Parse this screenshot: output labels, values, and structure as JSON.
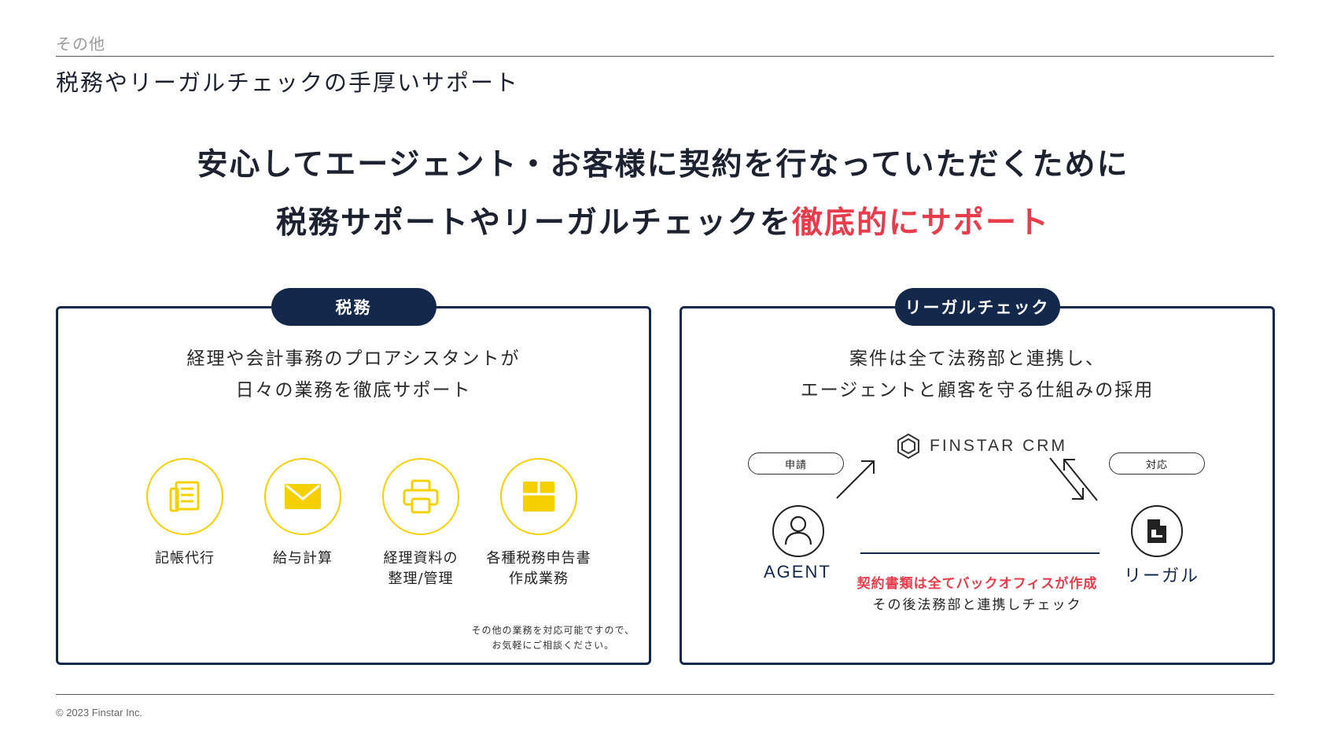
{
  "header": {
    "section_label": "その他",
    "title": "税務やリーガルチェックの手厚いサポート"
  },
  "headline": {
    "line1": "安心してエージェント・お客様に契約を行なっていただくために",
    "line2_plain": "税務サポートやリーガルチェックを",
    "line2_accent": "徹底的にサポート"
  },
  "tax_panel": {
    "pill": "税務",
    "desc_line1": "経理や会計事務のプロアシスタントが",
    "desc_line2": "日々の業務を徹底サポート",
    "items": [
      {
        "icon": "ledger-icon",
        "label_line1": "記帳代行",
        "label_line2": ""
      },
      {
        "icon": "envelope-icon",
        "label_line1": "給与計算",
        "label_line2": ""
      },
      {
        "icon": "printer-icon",
        "label_line1": "経理資料の",
        "label_line2": "整理/管理"
      },
      {
        "icon": "box-icon",
        "label_line1": "各種税務申告書",
        "label_line2": "作成業務"
      }
    ],
    "note_line1": "その他の業務を対応可能ですので、",
    "note_line2": "お気軽にご相談ください。"
  },
  "legal_panel": {
    "pill": "リーガルチェック",
    "desc_line1": "案件は全て法務部と連携し、",
    "desc_line2": "エージェントと顧客を守る仕組みの採用",
    "crm_name": "FINSTAR CRM",
    "apply_label": "申請",
    "respond_label": "対応",
    "agent_label": "AGENT",
    "legal_label": "リーガル",
    "red_text": "契約書類は全てバックオフィスが作成",
    "sub_text": "その後法務部と連携しチェック"
  },
  "footer": {
    "copyright": "© 2023 Finstar Inc."
  },
  "colors": {
    "navy": "#13284b",
    "accent_red": "#e63c4c",
    "icon_yellow": "#f5d000"
  }
}
